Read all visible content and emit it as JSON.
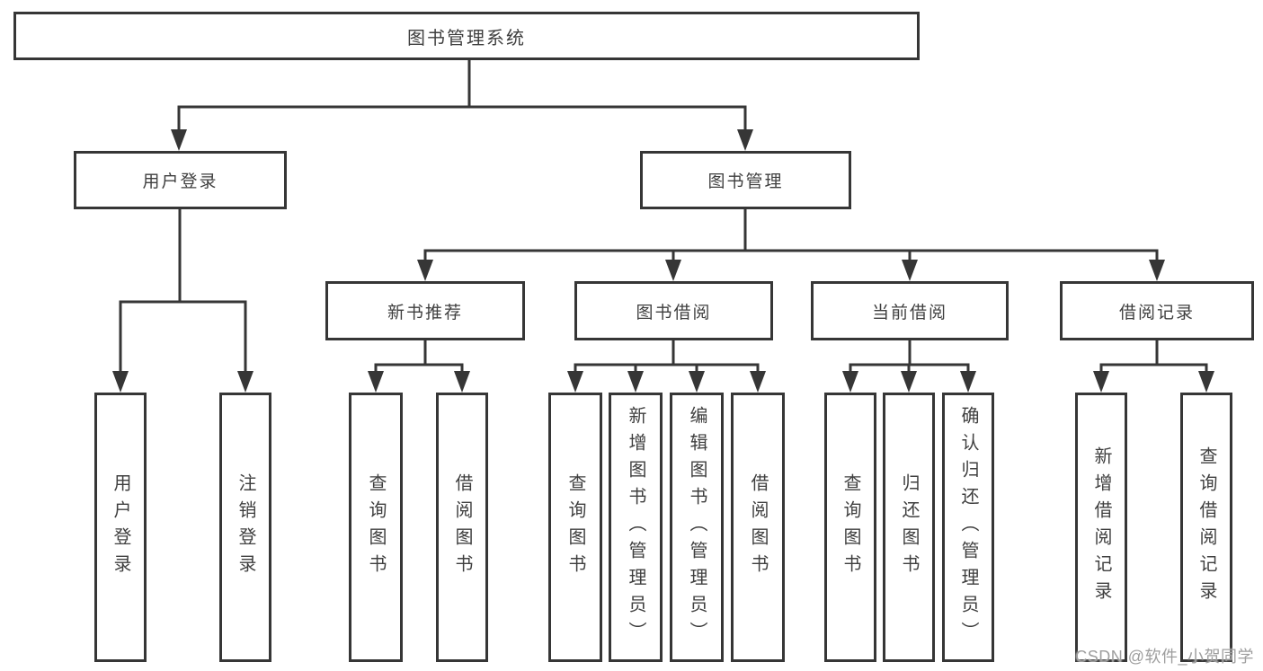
{
  "diagram": {
    "title": "图书管理系统",
    "watermark": "CSDN @软件_小贺同学",
    "colors": {
      "line": "#363636",
      "text": "#3f3f3f",
      "background": "#ffffff",
      "watermark": "#9e9e9e"
    },
    "nodes": {
      "root": {
        "label": "图书管理系统"
      },
      "userLogin": {
        "label": "用户登录"
      },
      "bookManagement": {
        "label": "图书管理"
      },
      "newBookRec": {
        "label": "新书推荐"
      },
      "bookBorrow": {
        "label": "图书借阅"
      },
      "currentBorrow": {
        "label": "当前借阅"
      },
      "borrowRecords": {
        "label": "借阅记录"
      },
      "loginLeaf": {
        "label": "用户登录"
      },
      "logoutLeaf": {
        "label": "注销登录"
      },
      "nbQuery": {
        "label": "查询图书"
      },
      "nbBorrow": {
        "label": "借阅图书"
      },
      "bbQuery": {
        "label": "查询图书"
      },
      "bbAdd": {
        "label": "新增图书（管理员）"
      },
      "bbEdit": {
        "label": "编辑图书（管理员）"
      },
      "bbBorrow": {
        "label": "借阅图书"
      },
      "cbQuery": {
        "label": "查询图书"
      },
      "cbReturn": {
        "label": "归还图书"
      },
      "cbConfirm": {
        "label": "确认归还（管理员）"
      },
      "brAdd": {
        "label": "新增借阅记录"
      },
      "brQuery": {
        "label": "查询借阅记录"
      }
    }
  }
}
